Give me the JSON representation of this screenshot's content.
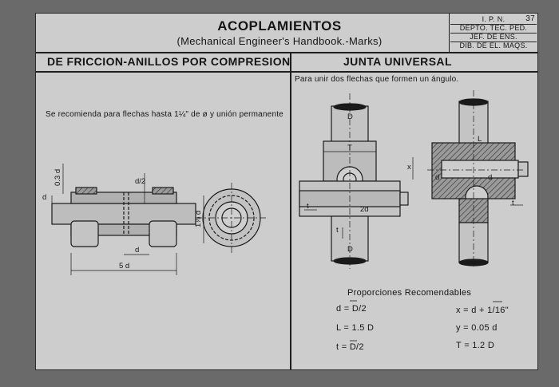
{
  "header": {
    "title": "ACOPLAMIENTOS",
    "subtitle": "(Mechanical Engineer's Handbook.-Marks)"
  },
  "title_block": {
    "ipn": "I. P. N.",
    "sheet_number": "37",
    "depto": "DEPTO. TEC. PED.",
    "jef": "JEF. DE ENS.",
    "dib": "DIB. DE EL. MAQS."
  },
  "left_section": {
    "heading": "DE FRICCION-ANILLOS POR COMPRESION",
    "note": "Se recomienda para flechas hasta 1¼\" de ø y unión permanente",
    "dims": {
      "d_left": "d",
      "d_03": "0.3 d",
      "d_half": "d/2",
      "d_bottom": "d",
      "d_5": "5 d",
      "d_17": "1⅞ d"
    }
  },
  "right_section": {
    "heading": "JUNTA UNIVERSAL",
    "note": "Para unir dos flechas que formen un ángulo.",
    "dims": {
      "D_top": "D",
      "T": "T",
      "x": "x",
      "t_left": "t",
      "two_d": "2d",
      "t_mid": "t",
      "D_bottom": "D",
      "d_side": "d",
      "t_right": "t",
      "d_diag": "d",
      "L": "L"
    },
    "proportions_title": "Proporciones Recomendables",
    "formulas": [
      {
        "lhs": "d",
        "eq": "=",
        "rhs": "D/2"
      },
      {
        "lhs": "L",
        "eq": "=",
        "rhs": "1.5 D"
      },
      {
        "lhs": "t",
        "eq": "=",
        "rhs": "D/2"
      },
      {
        "lhs": "x",
        "eq": "=",
        "rhs": "d + 1/16\""
      },
      {
        "lhs": "y",
        "eq": "=",
        "rhs": "0.05 d"
      },
      {
        "lhs": "T",
        "eq": "=",
        "rhs": "1.2 D"
      }
    ]
  }
}
